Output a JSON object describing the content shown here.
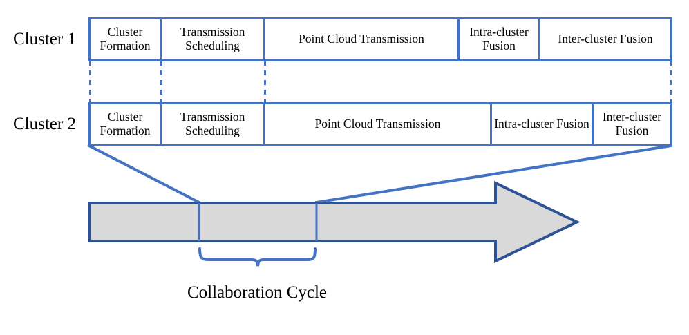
{
  "diagram": {
    "title": "Cluster collaboration cycle timeline",
    "colors": {
      "box_border": "#4472C4",
      "dashed_line": "#4472C4",
      "arrow_border": "#2E5395",
      "arrow_fill": "#D9D9D9",
      "connector": "#4472C4",
      "brace": "#4472C4",
      "text": "#000000",
      "background": "#FFFFFF"
    },
    "rows": [
      {
        "label": "Cluster 1",
        "phases": [
          {
            "label": "Cluster Formation"
          },
          {
            "label": "Transmission Scheduling"
          },
          {
            "label": "Point Cloud Transmission"
          },
          {
            "label": "Intra-cluster Fusion"
          },
          {
            "label": "Inter-cluster Fusion"
          }
        ]
      },
      {
        "label": "Cluster 2",
        "phases": [
          {
            "label": "Cluster Formation"
          },
          {
            "label": "Transmission Scheduling"
          },
          {
            "label": "Point Cloud Transmission"
          },
          {
            "label": "Intra-cluster Fusion"
          },
          {
            "label": "Inter-cluster Fusion"
          }
        ]
      }
    ],
    "timeline": {
      "segments": 3,
      "brace_label": "Collaboration Cycle"
    }
  }
}
